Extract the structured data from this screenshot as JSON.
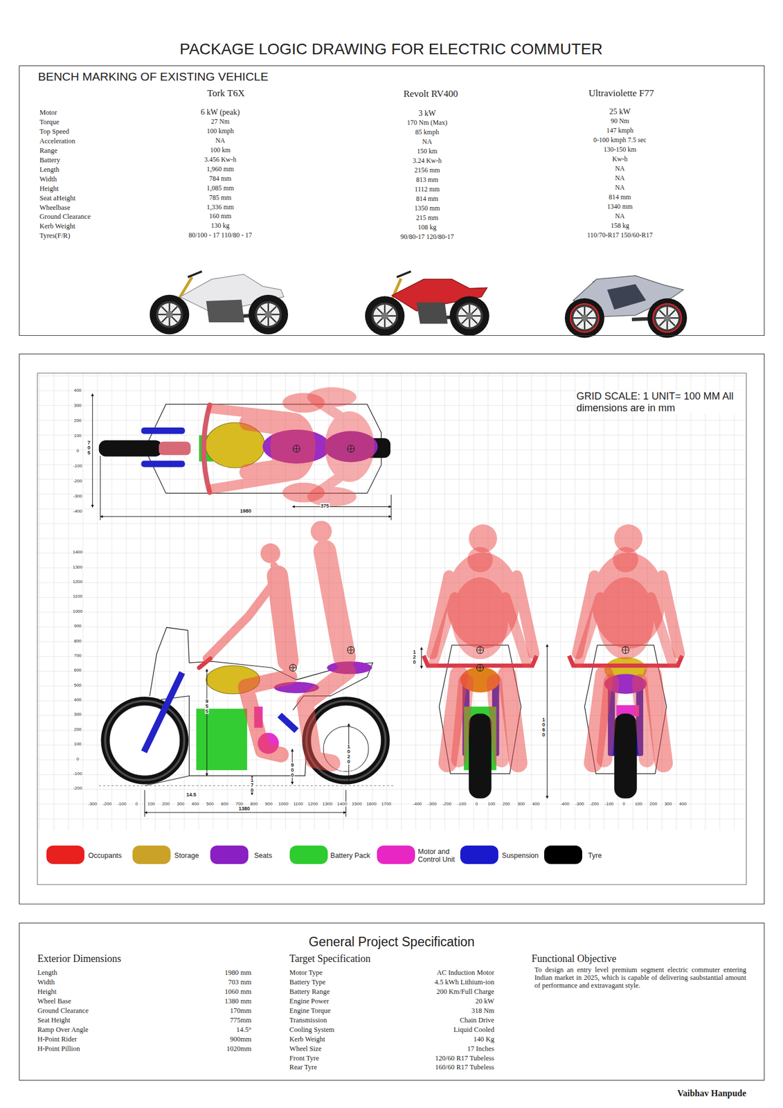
{
  "diagram": {
    "title": "PACKAGE LOGIC DRAWING FOR ELECTRIC COMMUTER",
    "nodes": [
      {
        "text": [
          "BENCH MARKING OF EXISTING VEHICLE"
        ]
      },
      {
        "text": [
          "GRID SCALE: 1 UNIT= 100 MM All dimensions are in mm"
        ]
      },
      {
        "text": [
          "General Project Specification"
        ]
      }
    ],
    "labels": [
      "Motor",
      "Torque",
      "Top Speed",
      "Acceleration",
      "Range",
      "Battery",
      "Length",
      "Width",
      "Height",
      "Seat aHeight",
      "Wheelbase",
      "Ground Clearance",
      "Kerb Weight",
      "Tyres(F/R)",
      "Tork T6X",
      "6 kW (peak)",
      "27 Nm",
      "100 kmph",
      "NA",
      "100 km",
      "3.456 Kw-h",
      "1,960 mm",
      "784 mm",
      "1,085 mm",
      "785 mm",
      "1,336 mm",
      "160 mm",
      "130 kg",
      "80/100 - 17 110/80 - 17",
      "Revolt RV400",
      "3 kW",
      "170 Nm (Max)",
      "85 kmph",
      "NA",
      "150 km",
      "3.24 Kw-h",
      "2156 mm",
      "813 mm",
      "1112 mm",
      "814 mm",
      "1350 mm",
      "215 mm",
      "108 kg",
      "90/80-17 120/80-17",
      "Ultraviolette F77",
      "25 kW",
      "90 Nm",
      "147 kmph",
      "0-100 kmph 7.5 sec",
      "130-150 km",
      "Kw-h",
      "NA",
      "NA",
      "NA",
      "814 mm",
      "1340 mm",
      "NA",
      "158 kg",
      "110/70-R17 150/60-R17",
      "400",
      "300",
      "200",
      "100",
      "0",
      "-100",
      "-200",
      "-300",
      "-400",
      "1400",
      "1300",
      "1200",
      "1100",
      "1000",
      "900",
      "800",
      "700",
      "600",
      "500",
      "400",
      "300",
      "200",
      "100",
      "0",
      "-100",
      "-200",
      "-300",
      "-200",
      "-100",
      "0",
      "100",
      "200",
      "300",
      "400",
      "500",
      "600",
      "700",
      "800",
      "900",
      "1000",
      "1100",
      "1200",
      "1300",
      "1400",
      "1500",
      "1600",
      "1700",
      "-400",
      "-300",
      "-200",
      "-100",
      "0",
      "100",
      "200",
      "300",
      "400",
      "-400",
      "-300",
      "-200",
      "-100",
      "0",
      "100",
      "200",
      "300",
      "400",
      "705",
      "1980",
      "375",
      "955",
      "1020",
      "900",
      "170",
      "14.5",
      "1380",
      "120",
      "1060",
      "Exterior Dimensions",
      "Length",
      "1980 mm",
      "Width",
      "703 mm",
      "Height",
      "1060 mm",
      "Wheel Base",
      "1380 mm",
      "Ground Clearance",
      "170mm",
      "Seat Height",
      "775mm",
      "Ramp Over Angle",
      "14.5°",
      "H-Point Rider",
      "900mm",
      "H-Point Pillion",
      "1020mm",
      "Target Specification",
      "Motor Type",
      "AC Induction Motor",
      "Battery Type",
      "4.5 kWh Lithium-ion",
      "Battery Range",
      "200 Km/Full Charge",
      "Engine Power",
      "20 kW",
      "Engine Torque",
      "318 Nm",
      "Transmission",
      "Chain Drive",
      "Cooling System",
      "Liquid Cooled",
      "Kerb Weight",
      "140 Kg",
      "Wheel Size",
      "17 Inches",
      "Front Tyre",
      "120/60 R17 Tubeless",
      "Rear Tyre",
      "160/60 R17 Tubeless",
      "Functional Objective",
      "To design an entry level premium segment electric commuter entering Indian market in 2025, which is capable of delivering saubstantial amount of performance and extravagant style.",
      "Vaibhav Hanpude"
    ],
    "legend": [
      {
        "text": "Occupants",
        "color": "#e8201e"
      },
      {
        "text": "Storage",
        "color": "#c9a227"
      },
      {
        "text": "Seats",
        "color": "#8a1fc4"
      },
      {
        "text": "Battery Pack",
        "color": "#2ecc2e"
      },
      {
        "text": "Motor and Control Unit",
        "color": "#e826c4"
      },
      {
        "text": "Suspension",
        "color": "#1a1acc"
      },
      {
        "text": "Tyre",
        "color": "#000000"
      }
    ]
  }
}
